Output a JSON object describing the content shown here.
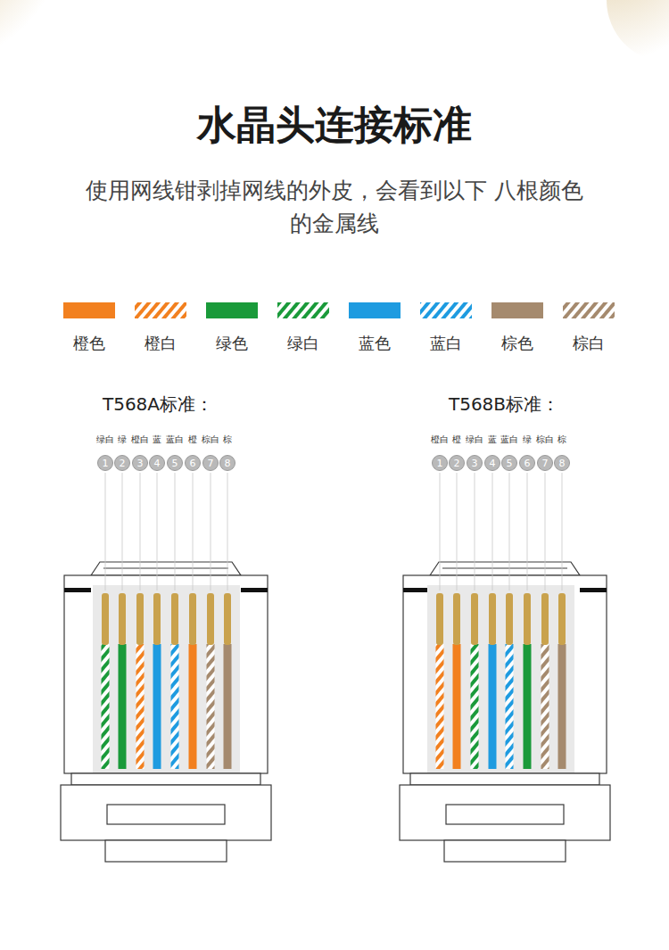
{
  "diagram": {
    "title": "水晶头连接标准",
    "caption": "使用网线钳剥掉网线的外皮，会看到以下 八根颜色的金属线",
    "nodes": [
      {
        "text": [
          "1"
        ]
      },
      {
        "text": [
          "2"
        ]
      },
      {
        "text": [
          "3"
        ]
      },
      {
        "text": [
          "4"
        ]
      },
      {
        "text": [
          "5"
        ]
      },
      {
        "text": [
          "6"
        ]
      },
      {
        "text": [
          "7"
        ]
      },
      {
        "text": [
          "8"
        ]
      },
      {
        "text": [
          "1"
        ]
      },
      {
        "text": [
          "2"
        ]
      },
      {
        "text": [
          "3"
        ]
      },
      {
        "text": [
          "4"
        ]
      },
      {
        "text": [
          "5"
        ]
      },
      {
        "text": [
          "6"
        ]
      },
      {
        "text": [
          "7"
        ]
      },
      {
        "text": [
          "8"
        ]
      }
    ],
    "labels": [
      "T568A标准：",
      "绿白",
      "绿",
      "橙白",
      "蓝",
      "蓝白",
      "橙",
      "棕白",
      "棕",
      "T568B标准：",
      "橙白",
      "橙",
      "绿白",
      "蓝",
      "蓝白",
      "绿",
      "棕白",
      "棕"
    ],
    "legend": [
      {
        "text": "橙色",
        "color": "#f2801f"
      },
      {
        "text": "橙白"
      },
      {
        "text": "绿色",
        "color": "#1a9a3a"
      },
      {
        "text": "绿白"
      },
      {
        "text": "蓝色",
        "color": "#1e9be0"
      },
      {
        "text": "蓝白"
      },
      {
        "text": "棕色",
        "color": "#a58a6e"
      },
      {
        "text": "棕白"
      }
    ]
  }
}
